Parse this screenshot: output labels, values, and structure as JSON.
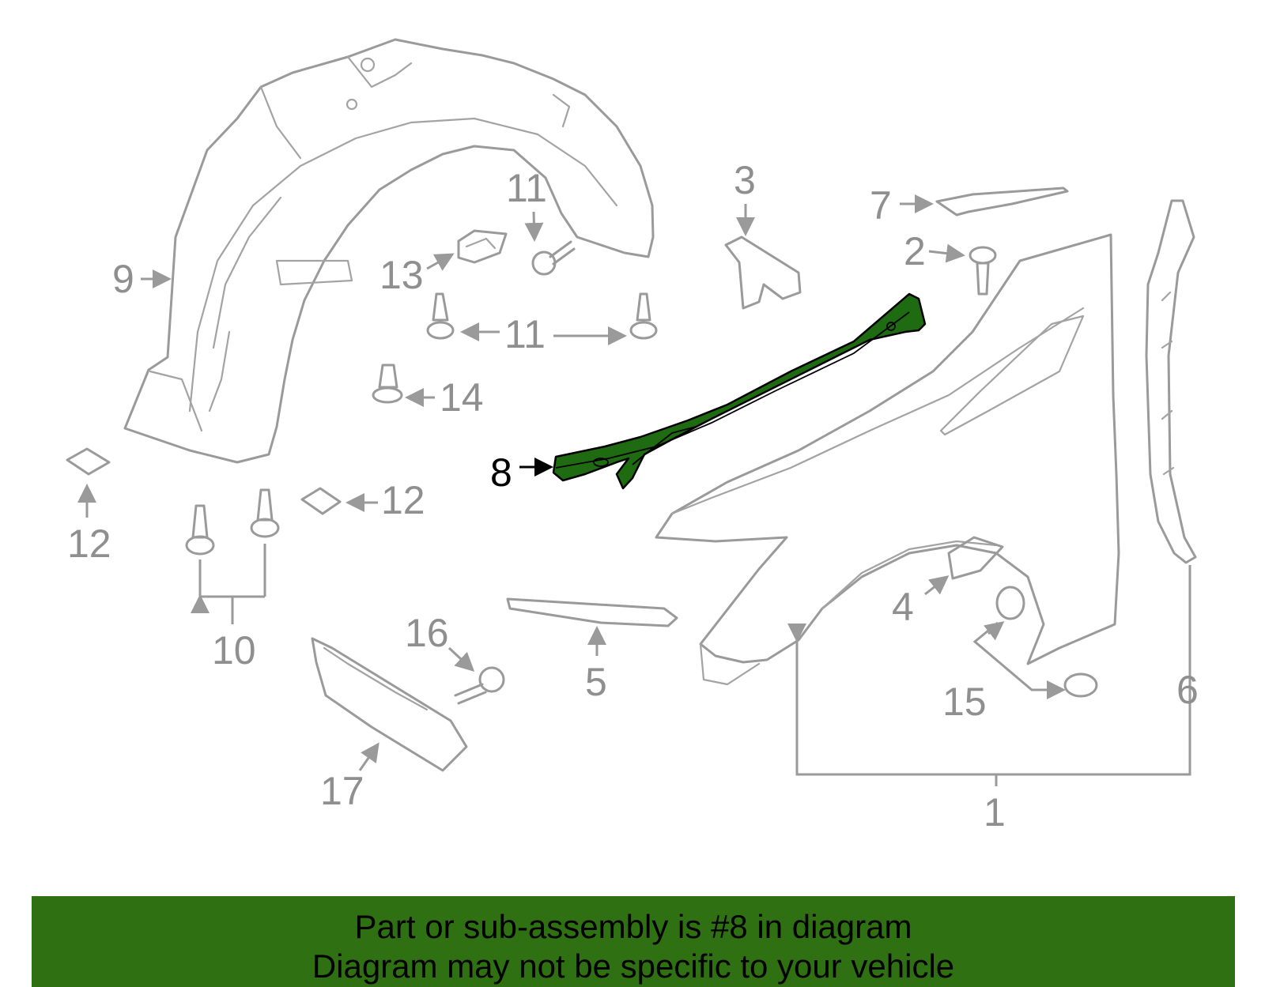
{
  "diagram": {
    "highlight_color": "#1f6b11",
    "line_color": "#9a9a9a",
    "callouts": [
      "1",
      "2",
      "3",
      "4",
      "5",
      "6",
      "7",
      "8",
      "9",
      "10",
      "11",
      "11",
      "11",
      "12",
      "12",
      "13",
      "14",
      "15",
      "16",
      "17"
    ]
  },
  "banner": {
    "background": "#2e7012",
    "line1": "Part or sub-assembly is #8 in diagram",
    "line2": "Diagram may not be specific to your vehicle"
  }
}
